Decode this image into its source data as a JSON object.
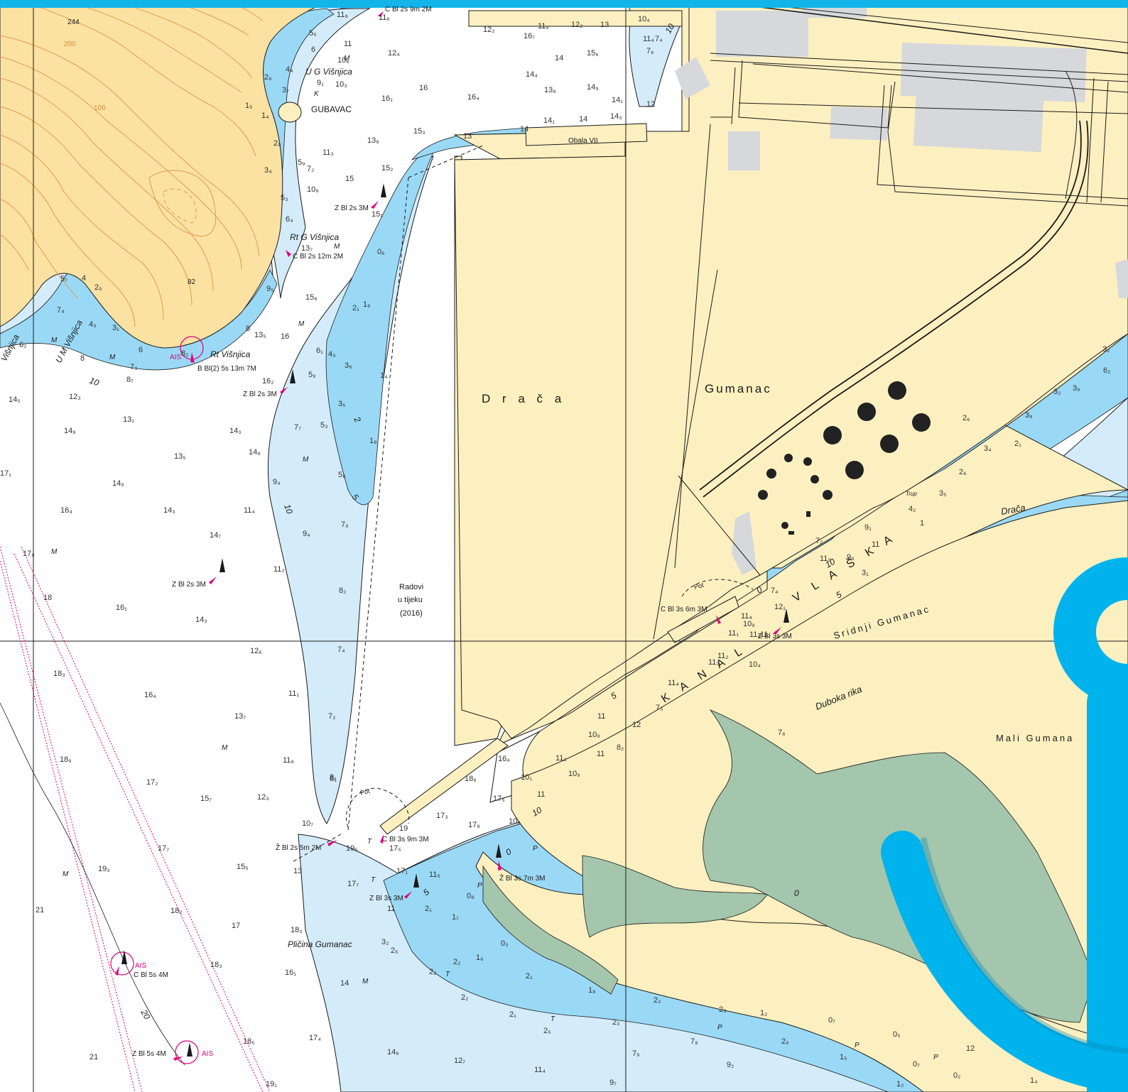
{
  "colors": {
    "land": "#fdf0c0",
    "hill": "#fbe2a3",
    "contour": "#e39a4a",
    "shallow": "#9ad9f6",
    "medium": "#d4ecfa",
    "deep": "#ffffff",
    "marsh": "#a3c6ad",
    "buildings": "#d6d8dc",
    "magenta": "#e0007a",
    "topbar": "#12b4ea",
    "anchor": "#00b3ec"
  },
  "labels": {
    "drača_land": "D r a č a",
    "gumanac": "Gumanac",
    "mali_gumanac": "Mali Gumana",
    "sridnji_gumanac": "Sridnji Gumanac",
    "duboka_rika": "Duboka rika",
    "drača_channel": "Drača",
    "trup": "Trup",
    "kanal": "K A N A L",
    "vlaska": "V L A Š K A",
    "obala": "Obala VII",
    "gubavac": "GUBAVAC",
    "ug_visnjica": "U G Višnjica",
    "um_visnjica": "U M Višnjica",
    "visnjica_left": "Višnjica",
    "rt_g_visnjica": "Rt G Višnjica",
    "rt_visnjica": "Rt Višnjica",
    "plicina": "Pličina Gumanac",
    "radovi_1": "Radovi",
    "radovi_2": "u tijeku",
    "radovi_3": "(2016)",
    "pot_1": "Pot",
    "pot_2": "Pot"
  },
  "lights": {
    "top": "C Bl 2s 9m 2M",
    "zbl_2s_3m_a": "Z Bl 2s 3M",
    "cbl_2s_12m": "C Bl 2s 12m 2M",
    "bbl2": "B Bl(2) 5s 13m 7M",
    "zbl_2s_3m_b": "Z Bl 2s 3M",
    "zbl_2s_3m_c": "Z Bl 2s 3M",
    "cbl_3s_6m": "C Bl 3s 6m 3M",
    "zbl_3s_3m_a": "Z Bl 3s 3M",
    "zbl_2s_5m": "Ž Bl 2s 5m 2M",
    "cbl_3s_9m": "C Bl 3s 9m 3M",
    "zbl_3s_7m": "Ž Bl 3s 7m 3M",
    "zbl_3s_3m_b": "Z Bl 3s 3M",
    "cbl_5s_4m": "C Bl 5s 4M",
    "zbl_5s_4m": "Z Bl 5s 4M",
    "ais_1": "AIS",
    "ais_2": "AIS",
    "ais_3": "AIS"
  },
  "heights": {
    "h244": "244",
    "h200": "200",
    "h100": "100",
    "h82": "82"
  },
  "depths": {
    "d1": "11",
    "d2": "12₄",
    "d3": "10₆",
    "d4": "10₃",
    "d5": "16",
    "d6": "16₁",
    "d7": "13₈",
    "d8": "15₃",
    "d9": "15",
    "d10": "15₂",
    "d11": "15₁",
    "d12": "13₇",
    "d13": "15₈",
    "d14": "13₅",
    "d15": "16",
    "d16": "14₅",
    "d17": "12₃",
    "d18": "13₁",
    "d19": "14₈",
    "d20": "14₃",
    "d21": "13₅",
    "d22": "14₈",
    "d23": "17₁",
    "d24": "14₉",
    "d25": "16₄",
    "d26": "14₃",
    "d27": "11₄",
    "d28": "14₇",
    "d29": "17₈",
    "d30": "18",
    "d31": "16₁",
    "d32": "14₃",
    "d33": "11₂",
    "d34": "12₆",
    "d35": "18₃",
    "d36": "16₄",
    "d37": "11₁",
    "d38": "13₇",
    "d39": "18₉",
    "d40": "11₈",
    "d41": "17₂",
    "d42": "15₇",
    "d43": "12₃",
    "d44": "17₇",
    "d45": "19₃",
    "d46": "15₅",
    "d47": "21",
    "d48": "18₂",
    "d49": "17",
    "d50": "18₃",
    "d51": "16₁",
    "d52": "14",
    "d53": "18₃",
    "d54": "17₄",
    "d55": "18₅",
    "d56": "21",
    "d57": "19₁",
    "d58": "14₉",
    "d59": "12₇",
    "d60": "11₄",
    "d61": "7₉",
    "d62": "9₇",
    "d63": "7₈",
    "d64": "9₂",
    "d65": "12₂",
    "d66": "16₇",
    "d67": "11₉",
    "d68": "12₂",
    "d69": "13",
    "d70": "10₄",
    "d71": "14",
    "d72": "15₆",
    "d73": "14₄",
    "d74": "13₈",
    "d75": "14₉",
    "d76": "16₄",
    "d77": "14₁",
    "d78": "14₃",
    "d79": "14₁",
    "d80": "14",
    "d81": "13",
    "d82": "14",
    "d83": "17₅",
    "d84": "17₃",
    "d85": "17₈",
    "d86": "18₉",
    "d87": "11",
    "d88": "10₈",
    "d89": "10₁",
    "d90": "11₃",
    "d91": "10₉",
    "d92": "11",
    "d93": "10₉",
    "d94": "8₂",
    "d95": "11",
    "d96": "7₅",
    "d97": "12",
    "d98": "10₄",
    "d99": "12₁",
    "d100": "10₉",
    "d101": "11₂",
    "d102": "7₂",
    "d103": "17₁",
    "d104": "11₅",
    "d105": "17₇",
    "d106": "17₅",
    "d107": "19",
    "d108": "19₅",
    "d109": "13",
    "d110": "11",
    "d111": "8₁",
    "d112": "7₂",
    "d113": "7₄",
    "d114": "8₂",
    "d115": "7₉",
    "d116": "9₄",
    "d117": "9₄",
    "d118": "7₇",
    "d119": "5₉",
    "d120": "6₁",
    "d121": "4₃",
    "d122": "3₆",
    "d123": "3₅",
    "d124": "5₃",
    "d125": "5₆",
    "d126": "2₁",
    "d127": "1₆",
    "d128": "1₄",
    "d129": "1₈",
    "d130": "0₆",
    "d131": "9₅",
    "d132": "6₄",
    "d133": "5₃",
    "d134": "3₄",
    "d135": "2₉",
    "d136": "5₉",
    "d137": "7₂",
    "d138": "10₈",
    "d139": "11₃",
    "d140": "5₅",
    "d141": "6",
    "d142": "4₄",
    "d143": "3₇",
    "d144": "2₆",
    "d145": "1₅",
    "d146": "1₄",
    "d147": "9₁",
    "d148": "5₇",
    "d149": "4",
    "d150": "2₅",
    "d151": "7₄",
    "d152": "4₃",
    "d153": "3₁",
    "d154": "8",
    "d155": "7₃",
    "d156": "8₇",
    "d157": "6₂",
    "d158": "6",
    "d159": "8",
    "d160": "8₂",
    "d161": "10₇",
    "d162": "8₁",
    "d163": "16₂",
    "d164": "16₄",
    "d165": "0₈",
    "d166": "2₁",
    "d167": "1₇",
    "d168": "0₃",
    "d169": "1₆",
    "d170": "2₂",
    "d171": "2₁",
    "d172": "2₁",
    "d173": "2₂",
    "d174": "2₅",
    "d175": "3₂",
    "d176": "2₅",
    "d177": "2₂",
    "d178": "2₃",
    "d179": "1₈",
    "d180": "2₂",
    "d181": "2₃",
    "d182": "1₂",
    "d183": "0₇",
    "d184": "0₅",
    "d185": "0₇",
    "d186": "1₅",
    "d187": "0₂",
    "d188": "1₂",
    "d189": "1₄",
    "d190": "2₉",
    "d191": "12",
    "d192": "3₂",
    "d193": "2₆",
    "d194": "3₄",
    "d195": "2₁",
    "d196": "3₂",
    "d197": "3₉",
    "d198": "3₈",
    "d199": "6₂",
    "d200": "2₆",
    "d201": "4₂",
    "d202": "3₅",
    "d203": "1",
    "d204": "3₁",
    "d205": "11",
    "d206": "11₄",
    "d207": "11₁",
    "d208": "11₃",
    "d209": "11₄",
    "d210": "11₃",
    "d211": "11₂",
    "d212": "7₄",
    "d213": "11",
    "d214": "9₈",
    "d215": "9₁",
    "d216": "7₆",
    "d217": "7₄",
    "d218": "11₄",
    "d219": "12",
    "d220": "11₆",
    "d221": "11₈",
    "d222": "7₆"
  },
  "contour_labels": {
    "c5": "5",
    "c10": "10",
    "c0": "0",
    "c2": "2",
    "c20": "20"
  },
  "quality": {
    "m": "M",
    "k": "K",
    "t": "T",
    "p": "P"
  }
}
